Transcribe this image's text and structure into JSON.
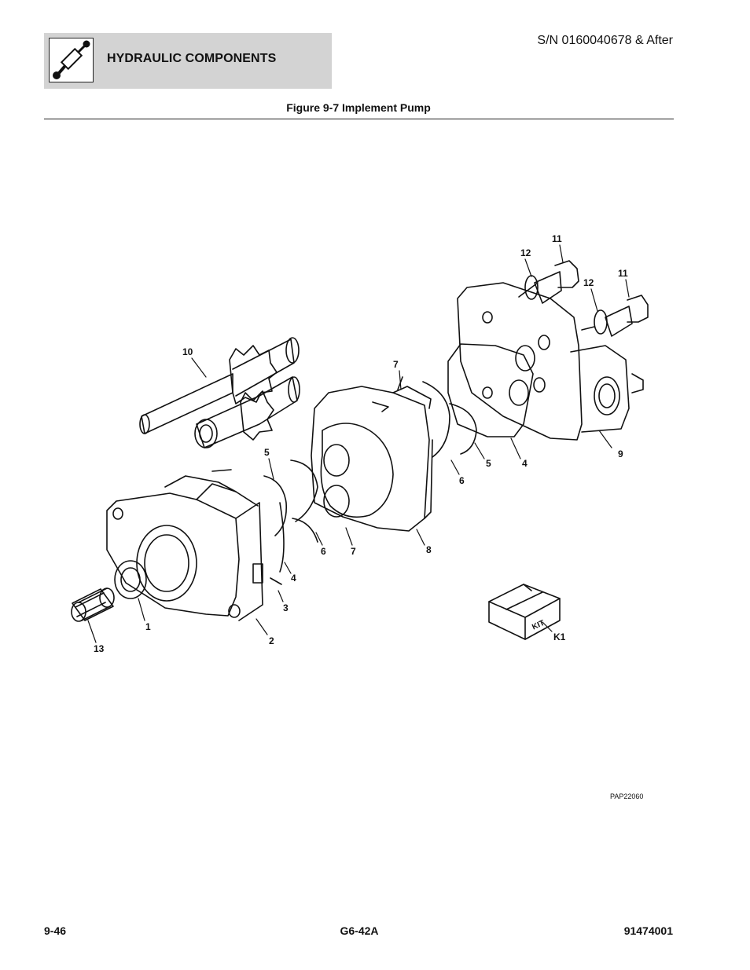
{
  "header": {
    "section_title": "HYDRAULIC COMPONENTS",
    "serial_range": "S/N 0160040678 & After",
    "icon": "hydraulic-cylinder-icon"
  },
  "figure": {
    "title": "Figure 9-7 Implement Pump",
    "image_code": "PAP22060",
    "kit_box_text": "KIT",
    "callouts": {
      "c1": "1",
      "c2": "2",
      "c3": "3",
      "c4a": "4",
      "c4b": "4",
      "c5a": "5",
      "c5b": "5",
      "c6a": "6",
      "c6b": "6",
      "c7a": "7",
      "c7b": "7",
      "c8": "8",
      "c9": "9",
      "c10": "10",
      "c11a": "11",
      "c11b": "11",
      "c12a": "12",
      "c12b": "12",
      "c13": "13",
      "ck1": "K1"
    }
  },
  "footer": {
    "page_number": "9-46",
    "model": "G6-42A",
    "manual_number": "91474001"
  }
}
